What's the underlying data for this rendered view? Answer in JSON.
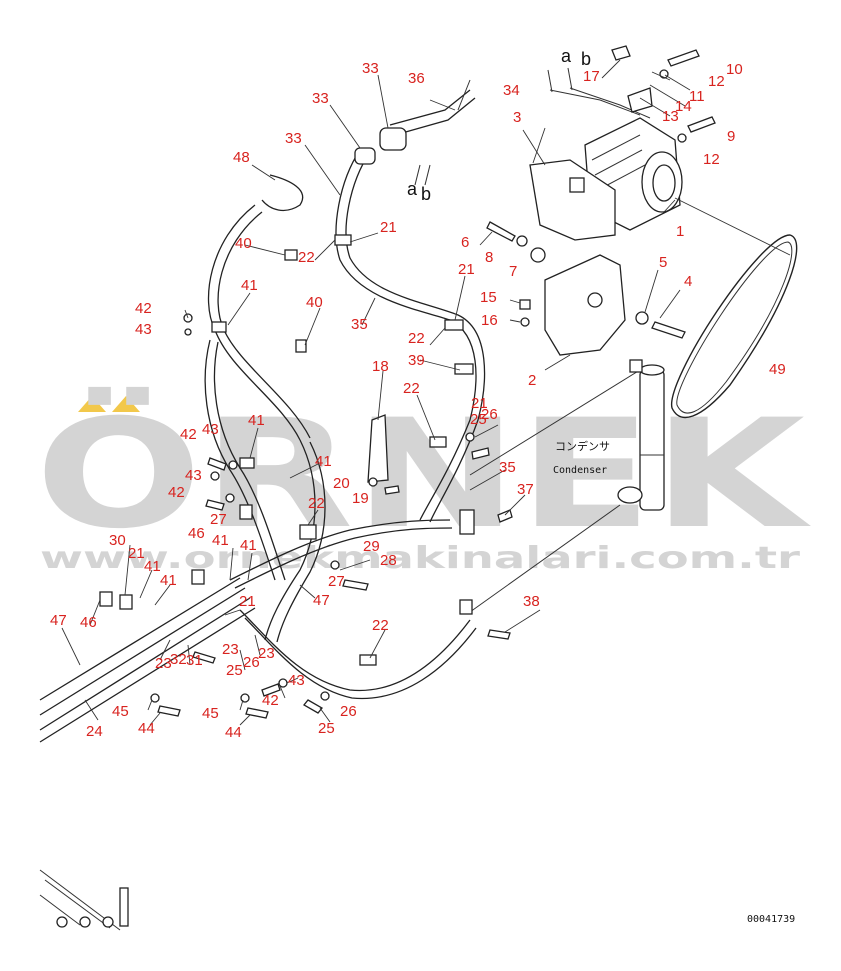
{
  "watermark": {
    "brand": "ÖRNEK",
    "url": "www.ornekmakinalari.com.tr"
  },
  "diagram": {
    "labels": {
      "condenser_jp": "コンデンサ",
      "condenser_en": "Condenser",
      "figure_code": "00041739",
      "connector_a_top": "a",
      "connector_b_top": "b",
      "connector_a_left": "a",
      "connector_b_left": "b"
    },
    "callouts": [
      "1",
      "2",
      "3",
      "4",
      "5",
      "6",
      "7",
      "8",
      "9",
      "10",
      "11",
      "12",
      "12",
      "13",
      "14",
      "15",
      "16",
      "17",
      "18",
      "19",
      "20",
      "21",
      "21",
      "21",
      "21",
      "21",
      "22",
      "22",
      "22",
      "22",
      "22",
      "23",
      "23",
      "23",
      "24",
      "25",
      "25",
      "25",
      "26",
      "26",
      "26",
      "27",
      "27",
      "28",
      "29",
      "30",
      "31",
      "32",
      "33",
      "33",
      "33",
      "34",
      "35",
      "35",
      "36",
      "37",
      "38",
      "39",
      "40",
      "40",
      "41",
      "41",
      "41",
      "41",
      "41",
      "41",
      "41",
      "42",
      "42",
      "42",
      "42",
      "43",
      "43",
      "43",
      "43",
      "44",
      "44",
      "45",
      "45",
      "46",
      "46",
      "47",
      "47",
      "48",
      "49"
    ],
    "colors": {
      "callout": "#d8231f",
      "line": "#222222",
      "watermark": "#d4d4d4",
      "watermark_accent": "#f2c84b"
    }
  }
}
